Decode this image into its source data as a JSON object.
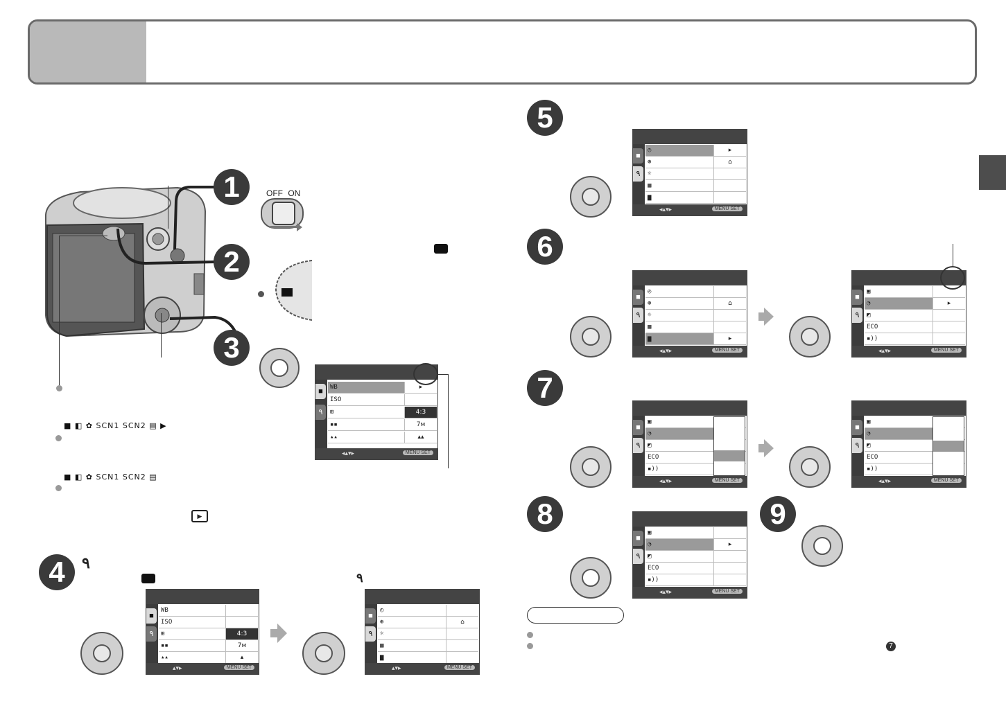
{
  "steps": [
    "1",
    "2",
    "3",
    "4",
    "5",
    "6",
    "7",
    "8",
    "9"
  ],
  "switch": {
    "off_label": "OFF",
    "on_label": "ON"
  },
  "mode_dial": {
    "selected_icon": "camera-icon"
  },
  "mode_lines": [
    {
      "icons": "SCN1 SCN2"
    },
    {
      "icons": "SCN1 SCN2"
    }
  ],
  "rec_menu": {
    "rows": [
      {
        "icon": "WB",
        "value": ""
      },
      {
        "icon": "ISO",
        "value": ""
      },
      {
        "icon": "aspect-icon",
        "value": "4:3"
      },
      {
        "icon": "size-icon",
        "value": "7м"
      },
      {
        "icon": "quality-icon",
        "value": ""
      }
    ]
  },
  "setup_menu": {
    "rows": [
      {
        "icon": "clock-icon",
        "value": ""
      },
      {
        "icon": "world-time-icon",
        "value": "home-icon"
      },
      {
        "icon": "brightness-icon",
        "value": ""
      },
      {
        "icon": "grid-icon",
        "value": ""
      },
      {
        "icon": "travel-icon",
        "value": ""
      }
    ]
  },
  "setup_menu_2": {
    "rows": [
      {
        "icon": "monitor-icon",
        "value": ""
      },
      {
        "icon": "lcd-mode-icon",
        "value": ""
      },
      {
        "icon": "zoom-icon",
        "value": ""
      },
      {
        "icon": "ECO",
        "value": ""
      },
      {
        "icon": "beep-icon",
        "value": ""
      }
    ]
  },
  "screen_footer": {
    "set_label": "MENU SET"
  },
  "colors": {
    "header_tab": "#b9b9b9",
    "dark": "#3a3a3a",
    "side_tab": "#4d4d4d"
  }
}
